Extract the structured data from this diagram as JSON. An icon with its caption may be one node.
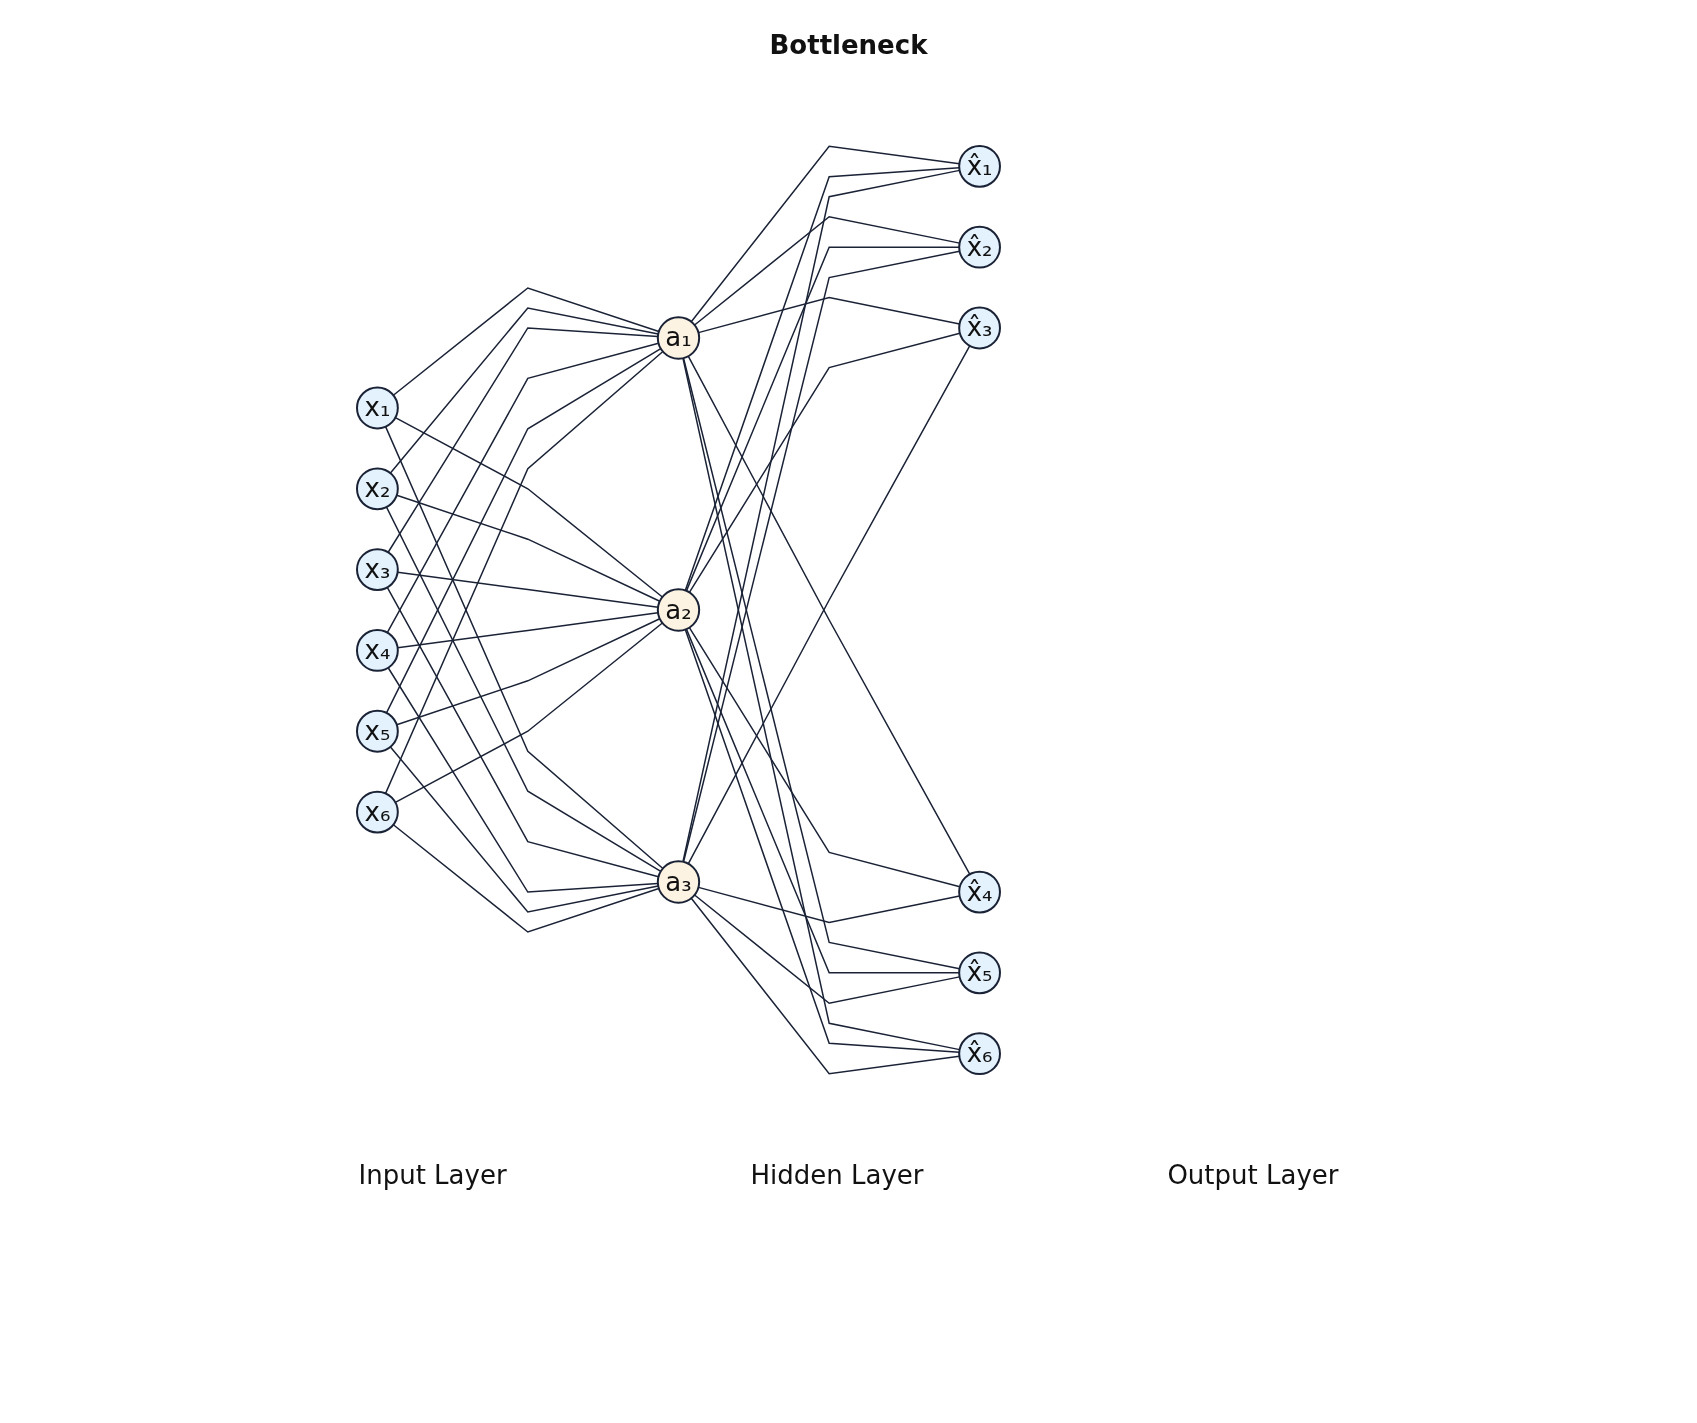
{
  "diagram": {
    "nodes": [
      {
        "text": [
          "x₁"
        ]
      },
      {
        "text": [
          "x₂"
        ]
      },
      {
        "text": [
          "x₃"
        ]
      },
      {
        "text": [
          "x₄"
        ]
      },
      {
        "text": [
          "x₅"
        ]
      },
      {
        "text": [
          "x₆"
        ]
      },
      {
        "text": [
          "a₁"
        ]
      },
      {
        "text": [
          "a₂"
        ]
      },
      {
        "text": [
          "a₃"
        ]
      },
      {
        "text": [
          "x̂₁"
        ]
      },
      {
        "text": [
          "x̂₂"
        ]
      },
      {
        "text": [
          "x̂₃"
        ]
      },
      {
        "text": [
          "x̂₄"
        ]
      },
      {
        "text": [
          "x̂₅"
        ]
      },
      {
        "text": [
          "x̂₆"
        ]
      }
    ],
    "edges": [
      {
        "from": 0,
        "to": 6,
        "arrow": "none"
      },
      {
        "from": 0,
        "to": 7,
        "arrow": "none"
      },
      {
        "from": 0,
        "to": 8,
        "arrow": "none"
      },
      {
        "from": 1,
        "to": 6,
        "arrow": "none"
      },
      {
        "from": 1,
        "to": 7,
        "arrow": "none"
      },
      {
        "from": 1,
        "to": 8,
        "arrow": "none"
      },
      {
        "from": 2,
        "to": 6,
        "arrow": "none"
      },
      {
        "from": 2,
        "to": 7,
        "arrow": "none"
      },
      {
        "from": 2,
        "to": 8,
        "arrow": "none"
      },
      {
        "from": 3,
        "to": 6,
        "arrow": "none"
      },
      {
        "from": 3,
        "to": 7,
        "arrow": "none"
      },
      {
        "from": 3,
        "to": 8,
        "arrow": "none"
      },
      {
        "from": 4,
        "to": 6,
        "arrow": "none"
      },
      {
        "from": 4,
        "to": 7,
        "arrow": "none"
      },
      {
        "from": 4,
        "to": 8,
        "arrow": "none"
      },
      {
        "from": 5,
        "to": 6,
        "arrow": "none"
      },
      {
        "from": 5,
        "to": 7,
        "arrow": "none"
      },
      {
        "from": 5,
        "to": 8,
        "arrow": "none"
      },
      {
        "from": 6,
        "to": 9,
        "arrow": "none"
      },
      {
        "from": 6,
        "to": 10,
        "arrow": "none"
      },
      {
        "from": 6,
        "to": 11,
        "arrow": "none"
      },
      {
        "from": 6,
        "to": 12,
        "arrow": "none"
      },
      {
        "from": 6,
        "to": 13,
        "arrow": "none"
      },
      {
        "from": 6,
        "to": 14,
        "arrow": "none"
      },
      {
        "from": 7,
        "to": 9,
        "arrow": "none"
      },
      {
        "from": 7,
        "to": 10,
        "arrow": "none"
      },
      {
        "from": 7,
        "to": 11,
        "arrow": "none"
      },
      {
        "from": 7,
        "to": 12,
        "arrow": "none"
      },
      {
        "from": 7,
        "to": 13,
        "arrow": "none"
      },
      {
        "from": 7,
        "to": 14,
        "arrow": "none"
      },
      {
        "from": 8,
        "to": 9,
        "arrow": "none"
      },
      {
        "from": 8,
        "to": 10,
        "arrow": "none"
      },
      {
        "from": 8,
        "to": 11,
        "arrow": "none"
      },
      {
        "from": 8,
        "to": 12,
        "arrow": "none"
      },
      {
        "from": 8,
        "to": 13,
        "arrow": "none"
      },
      {
        "from": 8,
        "to": 14,
        "arrow": "none"
      }
    ],
    "labels": [
      "Bottleneck",
      "Input Layer",
      "Hidden Layer",
      "Output Layer"
    ]
  }
}
